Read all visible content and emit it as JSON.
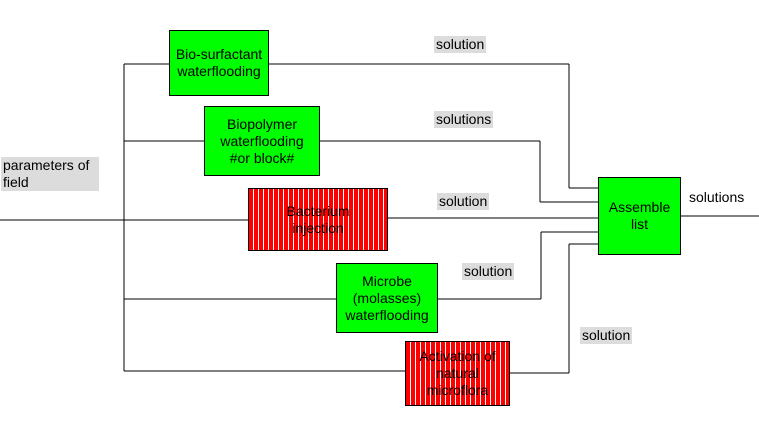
{
  "input_label": "parameters of\nfield",
  "methods": [
    {
      "label": "Bio-surfactant\nwaterflooding",
      "fill": "#00ff00"
    },
    {
      "label": "Biopolymer\nwaterflooding\n#or block#",
      "fill": "#00ff00"
    },
    {
      "label": "Bacterium\ninjection",
      "fill": "#ff0000"
    },
    {
      "label": "Microbe\n(molasses)\nwaterflooding",
      "fill": "#00ff00"
    },
    {
      "label": "Activation of\nnatural\nmicroflora",
      "fill": "#ff0000"
    }
  ],
  "edge_labels": [
    "solution",
    "solutions",
    "solution",
    "solution",
    "solution"
  ],
  "assemble": {
    "label": "Assemble\nlist",
    "fill": "#00ff00"
  },
  "output_label": "solutions"
}
